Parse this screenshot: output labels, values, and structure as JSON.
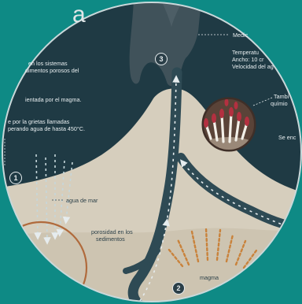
{
  "title_fragment": "a",
  "badges": {
    "b1": "1",
    "b2": "2",
    "b3": "3"
  },
  "labels": {
    "left_1": [
      "en los sistemas",
      "dimentos porosos del"
    ],
    "left_2": "ientada por el magma.",
    "left_3": [
      "e por la grietas llamadas",
      "perando agua de hasta 450°C."
    ],
    "right_1": "Medic",
    "right_2": [
      "Temperatu",
      "Ancho: 10 cr",
      "Velocidad del ag"
    ],
    "right_3": [
      "Tambi",
      "químio"
    ],
    "right_4": "Se enc",
    "seawater": "agua de mar",
    "porosity": [
      "porosidad en los",
      "sedimentos"
    ],
    "magma": "magma"
  },
  "colors": {
    "background": "#0e8a85",
    "water": "#1f3a44",
    "sediment": "#d6cebd",
    "vent": "#40525a",
    "magma": "#c9823b",
    "accent": "#b34736"
  }
}
